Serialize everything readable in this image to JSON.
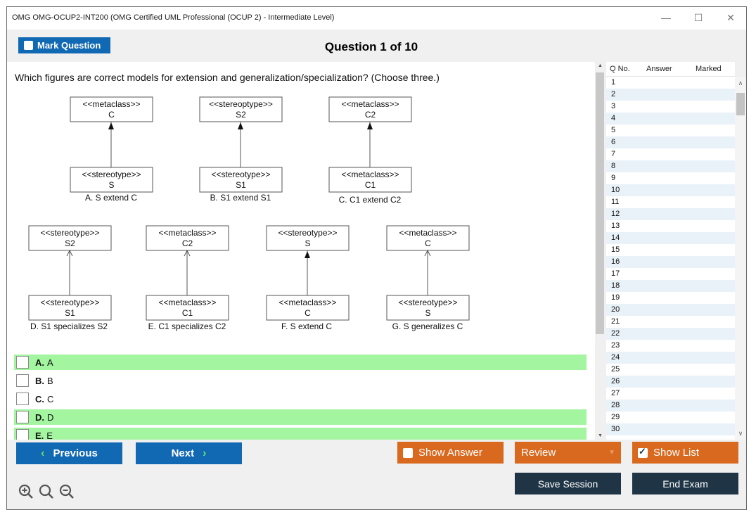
{
  "window": {
    "title": "OMG OMG-OCUP2-INT200 (OMG Certified UML Professional (OCUP 2) - Intermediate Level)"
  },
  "toolbar": {
    "mark_label": "Mark Question",
    "question_counter": "Question 1 of 10"
  },
  "question": {
    "text": "Which figures are correct models for extension and generalization/specialization? (Choose three.)",
    "figures": [
      {
        "top_stereo": "<<metaclass>>",
        "top_name": "C",
        "bottom_stereo": "<<stereotype>>",
        "bottom_name": "S",
        "caption": "A. S extend C"
      },
      {
        "top_stereo": "<<stereoptype>>",
        "top_name": "S2",
        "bottom_stereo": "<<stereotype>>",
        "bottom_name": "S1",
        "caption": "B. S1 extend S1"
      },
      {
        "top_stereo": "<<metaclass>>",
        "top_name": "C2",
        "bottom_stereo": "<<metaclass>>",
        "bottom_name": "C1",
        "caption": "C. C1 extend C2"
      },
      {
        "top_stereo": "<<stereotype>>",
        "top_name": "S2",
        "bottom_stereo": "<<stereotype>>",
        "bottom_name": "S1",
        "caption": "D. S1 specializes S2"
      },
      {
        "top_stereo": "<<metaclass>>",
        "top_name": "C2",
        "bottom_stereo": "<<metaclass>>",
        "bottom_name": "C1",
        "caption": "E. C1 specializes C2"
      },
      {
        "top_stereo": "<<stereotype>>",
        "top_name": "S",
        "bottom_stereo": "<<metaclass>>",
        "bottom_name": "C",
        "caption": "F. S extend C"
      },
      {
        "top_stereo": "<<metaclass>>",
        "top_name": "C",
        "bottom_stereo": "<<stereotype>>",
        "bottom_name": "S",
        "caption": "G. S generalizes C"
      }
    ]
  },
  "answers": [
    {
      "letter": "A.",
      "text": "A",
      "highlighted": true
    },
    {
      "letter": "B.",
      "text": "B",
      "highlighted": false
    },
    {
      "letter": "C.",
      "text": "C",
      "highlighted": false
    },
    {
      "letter": "D.",
      "text": "D",
      "highlighted": true
    },
    {
      "letter": "E.",
      "text": "E",
      "highlighted": true
    }
  ],
  "question_list": {
    "col_qno": "Q No.",
    "col_answer": "Answer",
    "col_marked": "Marked",
    "rows": [
      "1",
      "2",
      "3",
      "4",
      "5",
      "6",
      "7",
      "8",
      "9",
      "10",
      "11",
      "12",
      "13",
      "14",
      "15",
      "16",
      "17",
      "18",
      "19",
      "20",
      "21",
      "22",
      "23",
      "24",
      "25",
      "26",
      "27",
      "28",
      "29",
      "30"
    ]
  },
  "buttons": {
    "previous": "Previous",
    "next": "Next",
    "show_answer": "Show Answer",
    "review": "Review",
    "show_list": "Show List",
    "save_session": "Save Session",
    "end_exam": "End Exam"
  },
  "colors": {
    "primary_blue": "#1168b3",
    "orange": "#d8691f",
    "dark": "#1f3546",
    "correct_green": "#a3f5a0"
  },
  "icons": [
    "zoom-in-icon",
    "zoom-reset-icon",
    "zoom-out-icon"
  ]
}
